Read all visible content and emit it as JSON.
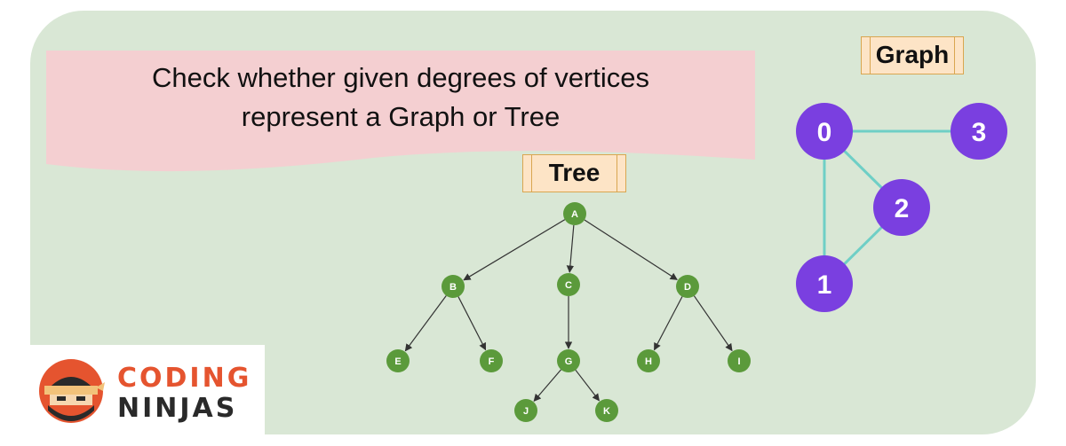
{
  "title": {
    "line1": "Check whether given degrees of vertices",
    "line2": "represent a Graph or Tree"
  },
  "tree": {
    "label": "Tree",
    "node_color": "#5b9a3b",
    "nodes": [
      "A",
      "B",
      "C",
      "D",
      "E",
      "F",
      "G",
      "H",
      "I",
      "J",
      "K"
    ],
    "edges": [
      [
        "A",
        "B"
      ],
      [
        "A",
        "C"
      ],
      [
        "A",
        "D"
      ],
      [
        "B",
        "E"
      ],
      [
        "B",
        "F"
      ],
      [
        "C",
        "G"
      ],
      [
        "D",
        "H"
      ],
      [
        "D",
        "I"
      ],
      [
        "G",
        "J"
      ],
      [
        "G",
        "K"
      ]
    ]
  },
  "graph": {
    "label": "Graph",
    "node_color": "#7a3fe0",
    "edge_color": "#6fcfc6",
    "nodes": [
      "0",
      "1",
      "2",
      "3"
    ],
    "edges": [
      [
        "0",
        "3"
      ],
      [
        "0",
        "1"
      ],
      [
        "0",
        "2"
      ],
      [
        "2",
        "1"
      ]
    ]
  },
  "logo": {
    "word1": "CODING",
    "word2": "NINJAS",
    "accent": "#e5542f"
  },
  "colors": {
    "background": "#d9e7d5",
    "banner": "#f4cfd1",
    "label_fill": "#fde4c6"
  }
}
